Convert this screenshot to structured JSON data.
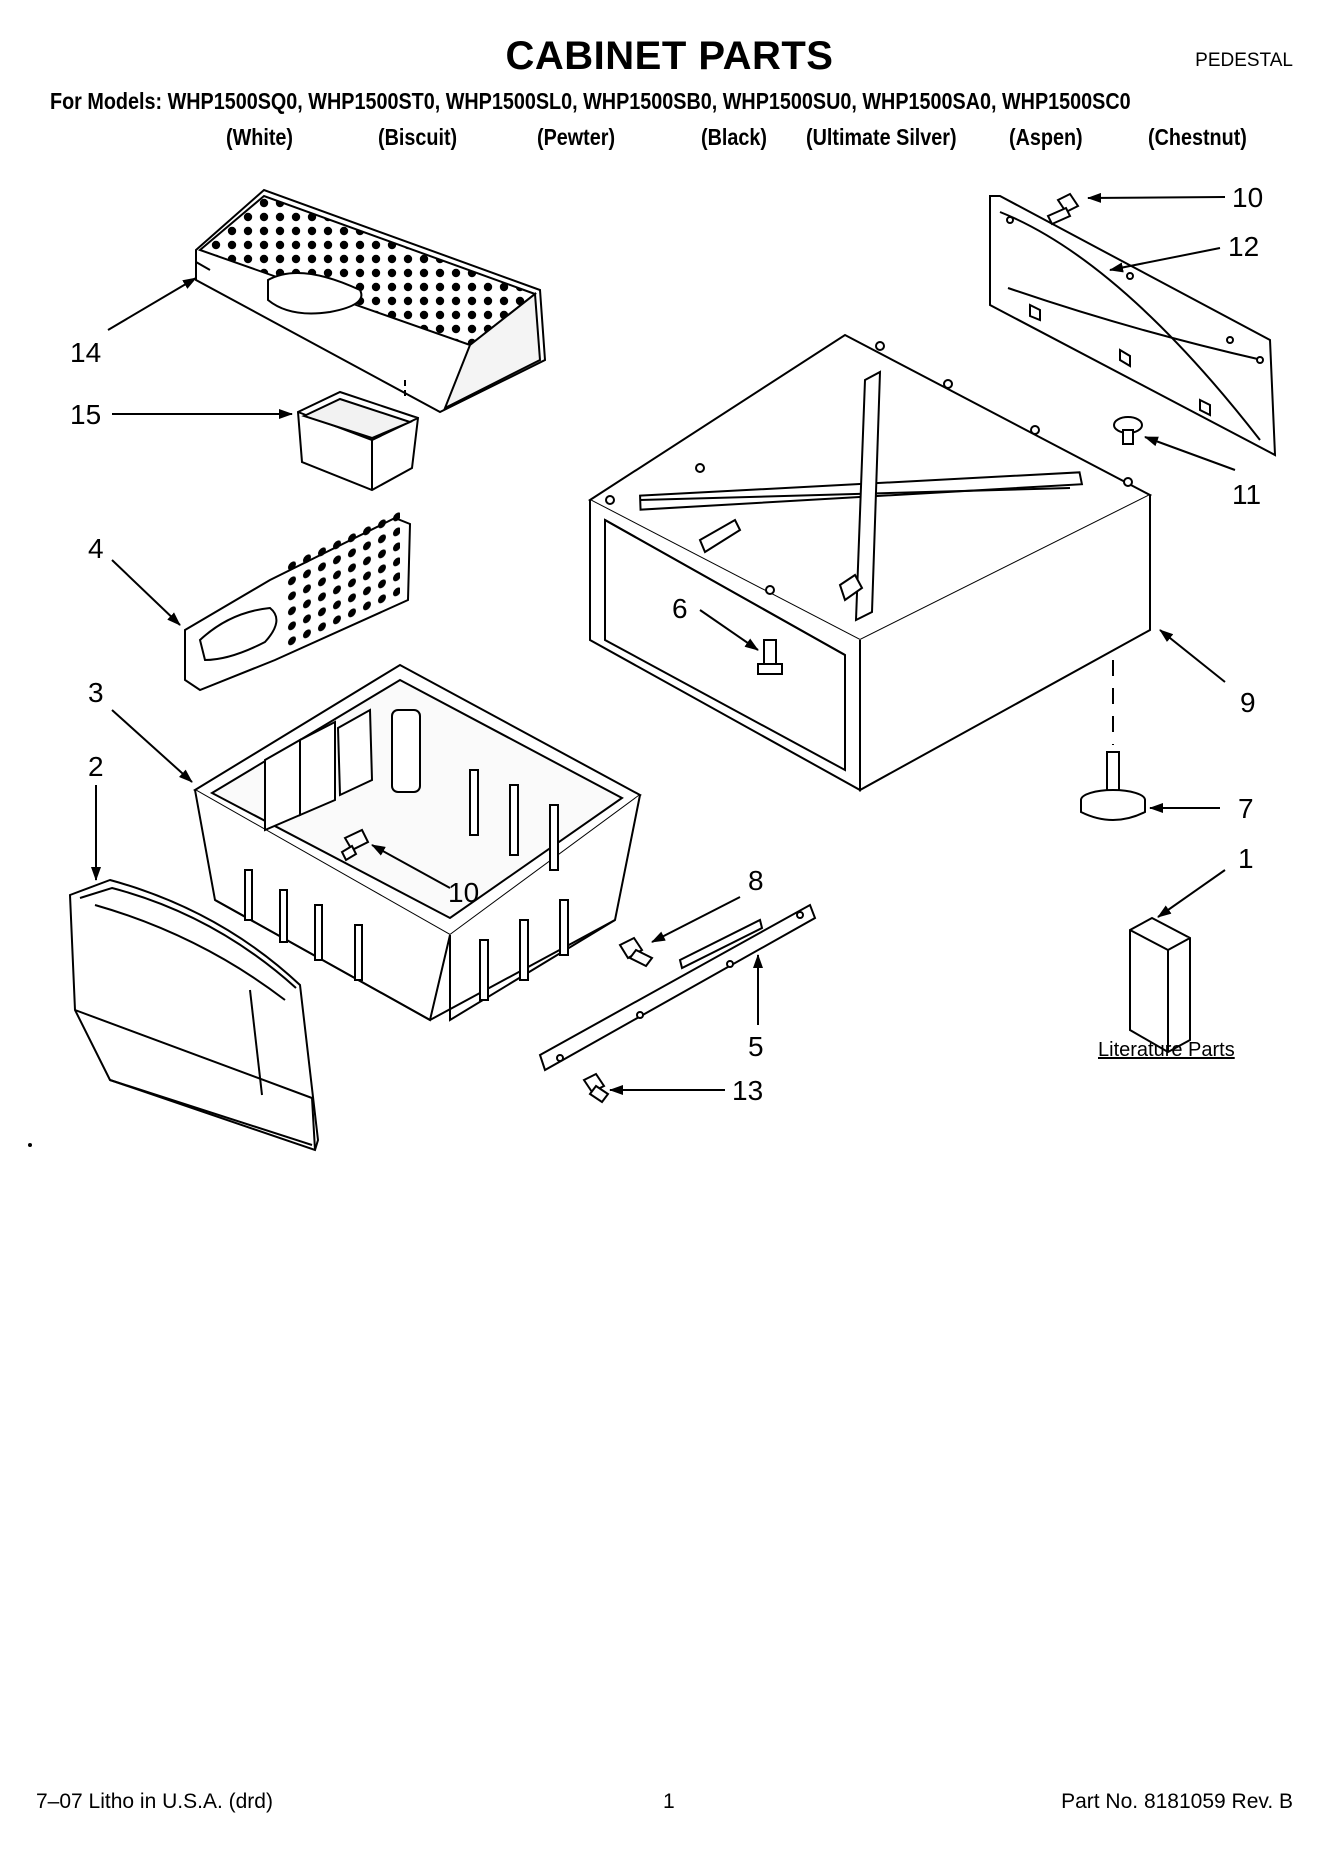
{
  "header": {
    "title": "CABINET PARTS",
    "section": "PEDESTAL",
    "models_line": "For Models: WHP1500SQ0, WHP1500ST0, WHP1500SL0, WHP1500SB0, WHP1500SU0, WHP1500SA0, WHP1500SC0",
    "colors": [
      "(White)",
      "(Biscuit)",
      "(Pewter)",
      "(Black)",
      "(Ultimate Silver)",
      "(Aspen)",
      "(Chestnut)"
    ]
  },
  "diagram": {
    "callouts": [
      "10",
      "12",
      "14",
      "15",
      "11",
      "4",
      "6",
      "9",
      "3",
      "2",
      "7",
      "1",
      "10",
      "8",
      "5",
      "13"
    ],
    "literature_label": "Literature Parts"
  },
  "footer": {
    "left": "7–07 Litho in U.S.A. (drd)",
    "page": "1",
    "part_no": "Part No. 8181059 Rev. B"
  }
}
